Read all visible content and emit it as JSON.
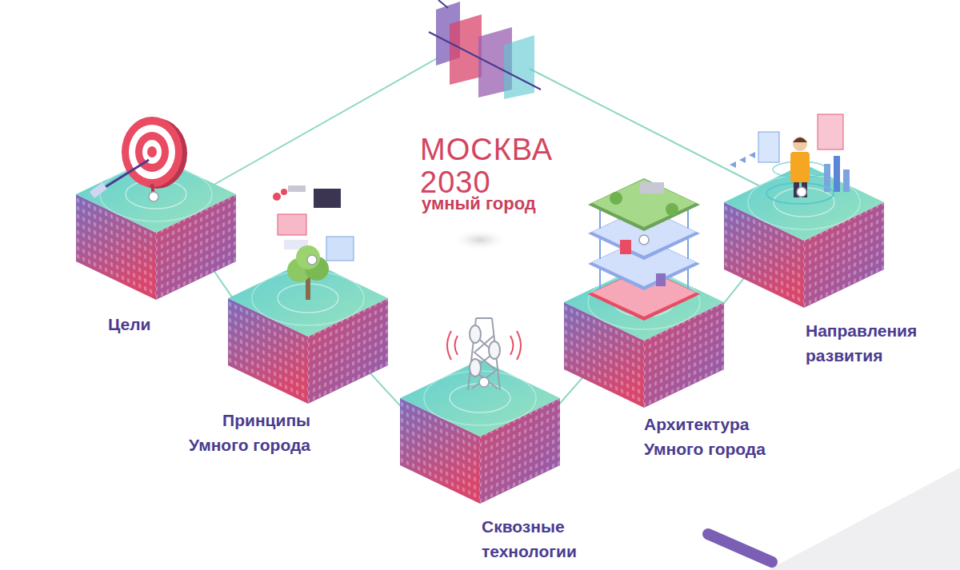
{
  "diagram": {
    "title": "МОСКВА 2030",
    "nodes": [
      {
        "text": [
          "Цели"
        ]
      },
      {
        "text": [
          "Принципы Умного города"
        ]
      },
      {
        "text": [
          "Сквозные технологии"
        ]
      },
      {
        "text": [
          "Архитектура Умного города"
        ]
      },
      {
        "text": [
          "Направления развития"
        ]
      }
    ],
    "edges": [
      {
        "from": 0,
        "to": 1,
        "arrow": "none"
      },
      {
        "from": 1,
        "to": 2,
        "arrow": "none"
      },
      {
        "from": 2,
        "to": 3,
        "arrow": "none"
      },
      {
        "from": 3,
        "to": 4,
        "arrow": "none"
      }
    ],
    "labels": [
      "умный город"
    ]
  }
}
